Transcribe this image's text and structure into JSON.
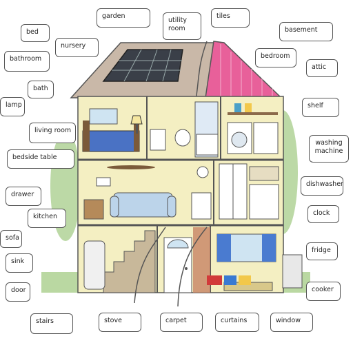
{
  "labels": {
    "garden": "garden",
    "utility_room": "utility room",
    "tiles": "tiles",
    "basement": "basement",
    "bed": "bed",
    "nursery": "nursery",
    "bathroom": "bathroom",
    "bedroom": "bedroom",
    "attic": "attic",
    "bath": "bath",
    "lamp": "lamp",
    "shelf": "shelf",
    "living_room": "living room",
    "washing_machine": "washing machine",
    "bedside_table": "bedside table",
    "dishwasher": "dishwasher",
    "drawer": "drawer",
    "clock": "clock",
    "kitchen": "kitchen",
    "sofa": "sofa",
    "fridge": "fridge",
    "sink": "sink",
    "door": "door",
    "cooker": "cooker",
    "stairs": "stairs",
    "stove": "stove",
    "carpet": "carpet",
    "curtains": "curtains",
    "window": "window"
  },
  "colors": {
    "outline": "#555555",
    "wall": "#f4efc2",
    "roof": "#c9b8a8",
    "pink_roof": "#e8609a",
    "brick": "#c98a6a",
    "grass": "#7aa85a"
  }
}
